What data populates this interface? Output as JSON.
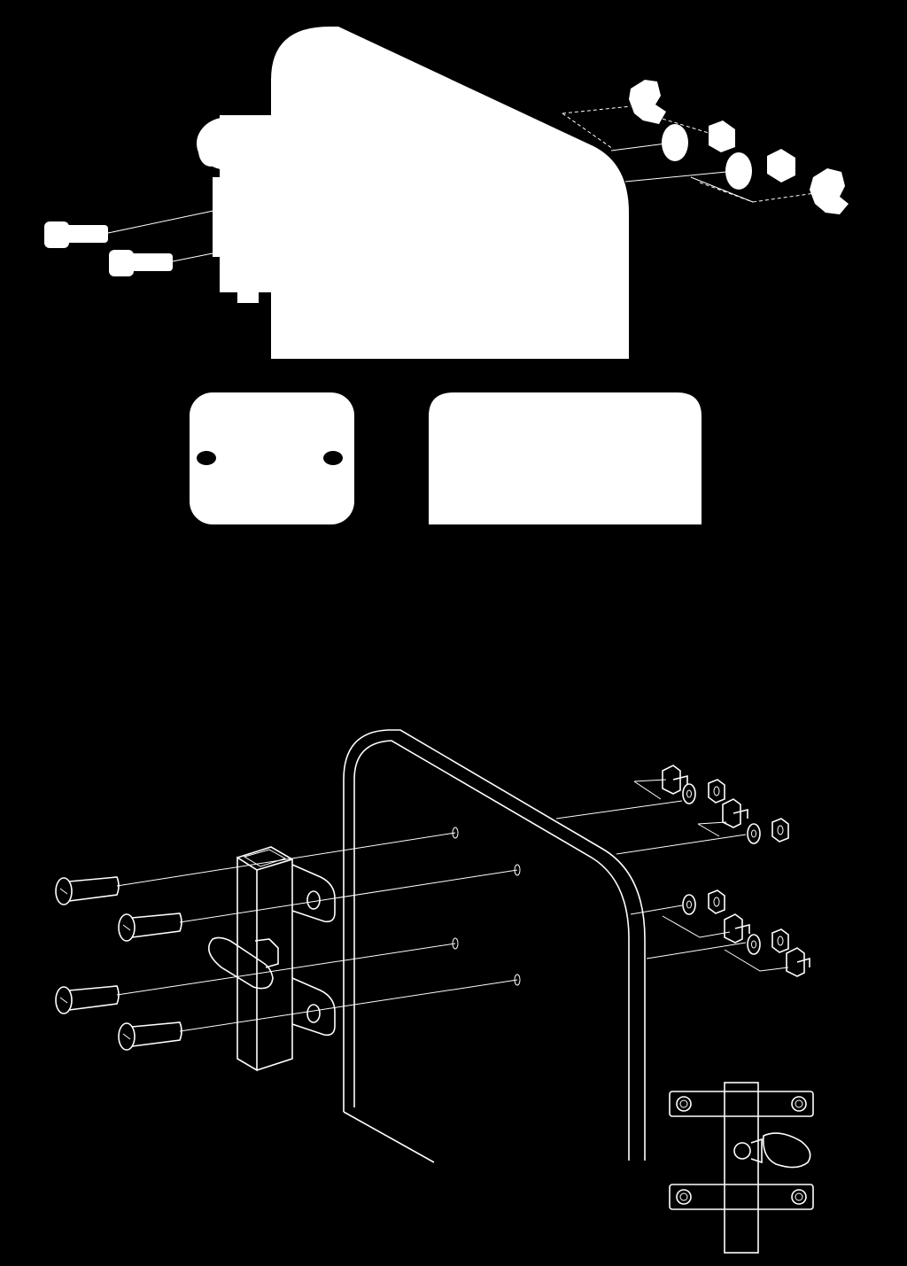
{
  "figure": {
    "background": "#000000",
    "ink": "#ffffff",
    "panels": [
      {
        "id": "silhouette-assembly",
        "style": "filled silhouette",
        "parts": [
          "panel",
          "latch-assembly",
          "bolt",
          "bolt",
          "washer",
          "washer",
          "nut",
          "nut",
          "clip-nut",
          "clip-nut",
          "mounting-plate",
          "spacer-panel"
        ]
      },
      {
        "id": "line-assembly",
        "style": "line art",
        "parts": [
          "panel",
          "square-post",
          "wing-knob",
          "mounting-tab",
          "mounting-tab",
          "bolt",
          "bolt",
          "bolt",
          "bolt",
          "washer",
          "washer",
          "washer",
          "washer",
          "nut",
          "nut",
          "nut",
          "nut",
          "clip-nut",
          "clip-nut",
          "clip-nut",
          "clip-nut"
        ]
      },
      {
        "id": "front-detail",
        "style": "line art",
        "parts": [
          "square-post",
          "mounting-tab",
          "mounting-tab",
          "wing-knob"
        ]
      }
    ]
  }
}
